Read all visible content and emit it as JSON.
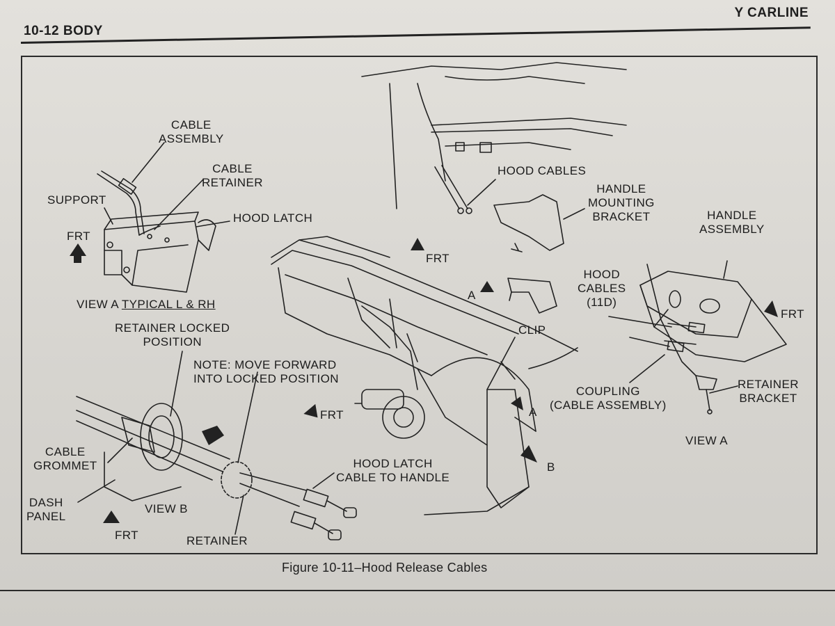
{
  "header": {
    "left": "10-12  BODY",
    "right": "Y CARLINE"
  },
  "figure": {
    "caption": "Figure 10-11–Hood Release Cables",
    "view_a_typical_prefix": "VIEW A",
    "view_a_typical_suffix": "TYPICAL L & RH",
    "labels": {
      "cable_assembly": "CABLE\nASSEMBLY",
      "cable_retainer": "CABLE\nRETAINER",
      "support": "SUPPORT",
      "hood_latch": "HOOD LATCH",
      "frt_top_left": "FRT",
      "retainer_locked": "RETAINER LOCKED\nPOSITION",
      "note": "NOTE:  MOVE FORWARD\nINTO LOCKED POSITION",
      "frt_center": "FRT",
      "cable_grommet": "CABLE\nGROMMET",
      "dash_panel": "DASH\nPANEL",
      "view_b": "VIEW B",
      "frt_bottom_left": "FRT",
      "retainer": "RETAINER",
      "hood_latch_cable": "HOOD LATCH\nCABLE TO HANDLE",
      "hood_cables": "HOOD CABLES",
      "handle_mounting_bracket": "HANDLE\nMOUNTING\nBRACKET",
      "frt_mid": "FRT",
      "a_mid": "A",
      "clip": "CLIP",
      "a_lower": "A",
      "b_lower": "B",
      "handle_assembly": "HANDLE\nASSEMBLY",
      "hood_cables_11d": "HOOD\nCABLES\n(11D)",
      "frt_right": "FRT",
      "coupling": "COUPLING\n(CABLE ASSEMBLY)",
      "retainer_bracket": "RETAINER\nBRACKET",
      "view_a": "VIEW A"
    }
  }
}
